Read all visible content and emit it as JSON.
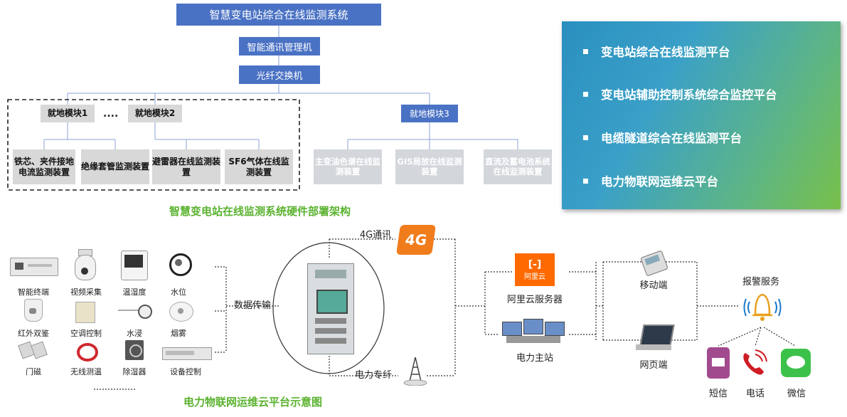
{
  "hierarchy": {
    "top_title": "智慧变电站综合在线监测系统",
    "comm_manager": "智能通讯管理机",
    "fiber_switch": "光纤交换机",
    "local_module1": "就地模块1",
    "ellipsis": "....",
    "local_module2": "就地模块2",
    "local_module3": "就地模块3",
    "devices_left": [
      "铁芯、夹件接地电流监测装置",
      "绝缘套管监测装置",
      "避雷器在线监测装置",
      "SF6气体在线监测装置"
    ],
    "devices_right": [
      "主变油色谱在线监测装置",
      "GIS局放在线监测装置",
      "直流及蓄电池系统在线监测装置"
    ],
    "caption": "智慧变电站在线监测系统硬件部署架构"
  },
  "platform_panel": {
    "items": [
      "变电站综合在线监测平台",
      "变电站辅助控制系统综合监控平台",
      "电缆隧道综合在线监测平台",
      "电力物联网运维云平台"
    ]
  },
  "sensors": {
    "items": [
      "智能终端",
      "视频采集",
      "温湿度",
      "水位",
      "红外双鉴",
      "空调控制",
      "水浸",
      "烟雾",
      "门磁",
      "无线测温",
      "除湿器",
      "设备控制"
    ],
    "ellipsis": "..........",
    "data_transfer": "数据传输"
  },
  "network": {
    "comm_4g": "4G通讯",
    "badge_4g": "4G",
    "power_fiber": "电力专纤",
    "aliyun_logo": "阿里云",
    "aliyun_server": "阿里云服务器",
    "power_station": "电力主站",
    "mobile": "移动端",
    "web": "网页端",
    "alarm": "报警服务",
    "alarm_channels": [
      "短信",
      "电话",
      "微信"
    ],
    "caption": "电力物联网运维云平台示意图"
  },
  "colors": {
    "blue": "#4a72c4",
    "green_caption": "#5ab22e",
    "orange_4g": "#f07c1c",
    "aliyun_orange": "#ff6a00"
  }
}
